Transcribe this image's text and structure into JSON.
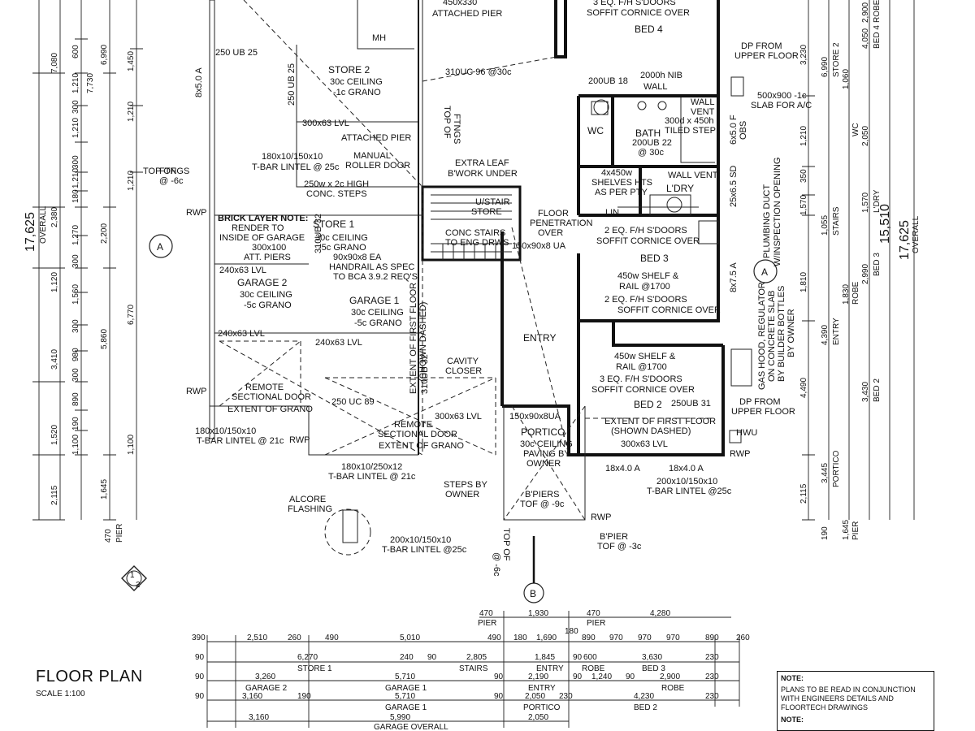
{
  "drawing": {
    "title": "FLOOR PLAN",
    "scale": "SCALE 1:100",
    "note_title": "NOTE:",
    "note_text": "PLANS TO BE READ IN CONJUNCTION WITH ENGINEERS DETAILS AND FLOORTECH DRAWINGS",
    "note2_title": "NOTE:"
  },
  "rooms": {
    "bed4": "BED 4",
    "bed3": "BED 3",
    "bed2": "BED 2",
    "wc": "WC",
    "bath": "BATH",
    "ldry": "L'DRY",
    "store2": "STORE 2",
    "store1": "STORE 1",
    "garage2": "GARAGE 2",
    "garage1": "GARAGE 1",
    "entry": "ENTRY",
    "portico": "PORTICO",
    "mh": "MH",
    "lin": "LIN"
  },
  "labels": {
    "attached_pier_top": "450x330",
    "attached_pier_top2": "ATTACHED PIER",
    "soffit_top": "3 EQ. F/H S'DOORS",
    "soffit_top2": "SOFFIT CORNICE OVER",
    "dp_upper_1": "DP FROM",
    "dp_upper_2": "UPPER FLOOR",
    "slab_ac_1": "500x900 -1c",
    "slab_ac_2": "SLAB FOR A/C",
    "ub25_a": "250 UB 25",
    "ub25_b": "250 UB 25",
    "uc96": "310UC 96 @30c",
    "store2_c1": "30c CEILING",
    "store2_c2": "-1c GRANO",
    "lvl_a": "300x63 LVL",
    "attached_pier_mid": "ATTACHED PIER",
    "top_ftngs_1": "TOP OF",
    "top_ftngs_2": "FTNGS",
    "top_ftngs_3": "@ -6c",
    "manual_1": "MANUAL",
    "manual_2": "ROLLER DOOR",
    "tbar_a1": "180x10/150x10",
    "tbar_a2": "T-BAR LINTEL @ 25c",
    "extra_leaf_1": "EXTRA LEAF",
    "extra_leaf_2": "B'WORK UNDER",
    "hi_steps_1": "250w x 2c HIGH",
    "hi_steps_2": "CONC. STEPS",
    "ustair_1": "U/STAIR",
    "ustair_2": "STORE",
    "conc_stairs_1": "CONC STAIRS",
    "conc_stairs_2": "TO ENG DRWS",
    "floor_pen_1": "FLOOR",
    "floor_pen_2": "PENETRATION",
    "floor_pen_3": "OVER",
    "ua_150": "150x90x8 UA",
    "brick_note_1": "BRICK LAYER NOTE:",
    "brick_note_2": "RENDER TO",
    "brick_note_3": "INSIDE OF GARAGE",
    "brick_note_4": "300x100",
    "brick_note_5": "ATT. PIERS",
    "store1_c1": "30c CEILING",
    "store1_c2": "-5c GRANO",
    "ub32": "310UB 32",
    "handrail_1": "90x90x8 EA",
    "handrail_2": "HANDRAIL AS SPEC",
    "handrail_3": "TO BCA 3.9.2 REQ'S",
    "lvl_b": "240x63 LVL",
    "garage2_c1": "30c CEILING",
    "garage2_c2": "-5c GRANO",
    "garage1_c1": "30c CEILING",
    "garage1_c2": "-5c GRANO",
    "lvl_c": "240x63 LVL",
    "lvl_d": "240x63 LVL",
    "first_floor_1": "EXTENT OF FIRST FLOOR",
    "first_floor_2": "(SHOWN DASHED)",
    "ub32b": "310UB 32",
    "cavity_1": "CAVITY",
    "cavity_2": "CLOSER",
    "rsd_a1": "REMOTE",
    "rsd_a2": "SECTIONAL DOOR",
    "rsd_a3": "EXTENT OF GRANO",
    "uc89": "250 UC 89",
    "rsd_b1": "REMOTE",
    "rsd_b2": "SECTIONAL DOOR",
    "rsd_b3": "EXTENT OF GRANO",
    "tbar_b1": "180x10/150x10",
    "tbar_b2": "T-BAR LINTEL @ 21c",
    "tbar_c1": "180x10/250x12",
    "tbar_c2": "T-BAR LINTEL @ 21c",
    "alcore_1": "ALCORE",
    "alcore_2": "FLASHING",
    "tbar_d1": "200x10/150x10",
    "tbar_d2": "T-BAR LINTEL @25c",
    "steps_1": "STEPS BY",
    "steps_2": "OWNER",
    "bpiers_1": "B'PIERS",
    "bpiers_2": "TOF @ -9c",
    "bpier_1": "B'PIER",
    "bpier_2": "TOF @ -3c",
    "portico_c1": "30c CEILING",
    "portico_c2": "PAVING BY",
    "portico_c3": "OWNER",
    "lvl_e": "300x63 LVL",
    "ua_150b": "150x90x8UA",
    "ub18": "200UB 18",
    "nib_1": "2000h NIB",
    "nib_2": "WALL",
    "wall_vent_1": "WALL",
    "wall_vent_2": "VENT",
    "tiled_1": "300d x 450h",
    "tiled_2": "TILED STEP",
    "ub22_1": "200UB 22",
    "ub22_2": "@ 30c",
    "shelves_1": "4x450w",
    "shelves_2": "SHELVES HTS",
    "shelves_3": "AS PER PTY",
    "wall_vent_b": "WALL VENT",
    "plumb_1": "PLUMBING DUCT",
    "plumb_2": "W/INSPECTION OPENING",
    "bed3_soff_1": "2 EQ. F/H S'DOORS",
    "bed3_soff_2": "SOFFIT CORNICE OVER",
    "bed3_shelf_1": "450w SHELF &",
    "bed3_shelf_2": "RAIL @1700",
    "bed3_soff_3": "2 EQ. F/H S'DOORS",
    "bed3_soff_4": "SOFFIT CORNICE OVER",
    "gas_1": "GAS HOOD, REGULATOR",
    "gas_2": "ON CONCRETE SLAB",
    "gas_3": "BY BUILDER BOTTLES",
    "gas_4": "BY OWNER",
    "bed2_shelf_1": "450w SHELF &",
    "bed2_shelf_2": "RAIL @1700",
    "bed2_soff_1": "3 EQ. F/H S'DOORS",
    "bed2_soff_2": "SOFFIT CORNICE OVER",
    "ub31": "250UB 31",
    "dp_upper_3": "DP FROM",
    "dp_upper_4": "UPPER FLOOR",
    "bed2_ff_1": "EXTENT OF FIRST FLOOR",
    "bed2_ff_2": "(SHOWN DASHED)",
    "lvl_f": "300x63 LVL",
    "hwu": "HWU",
    "a18_1": "18x4.0 A",
    "a18_2": "18x4.0 A",
    "tbar_e1": "200x10/150x10",
    "tbar_e2": "T-BAR LINTEL @25c",
    "rwp": "RWP",
    "a8": "8x5.0 A",
    "a6": "6x5.0 F",
    "a6b": "OBS",
    "a25": "25x6.5 SD",
    "a8b": "8x7.5 A"
  },
  "sections": {
    "a": "A",
    "b": "B",
    "detail_top": "1",
    "detail_bot": "2"
  },
  "dims_left": {
    "overall": "17,625",
    "overall_lbl": "OVERALL",
    "c1": [
      "7,080",
      "2,380",
      "1,120",
      "3,410",
      "1,520",
      "2,115",
      "470"
    ],
    "c2": [
      "600",
      "1,210",
      "300",
      "1,210",
      "300",
      "1,210",
      "180",
      "1,270",
      "300",
      "1,560",
      "300",
      "980",
      "300",
      "890",
      "190",
      "1,100"
    ],
    "c3": [
      "6,990",
      "7,730",
      "2,200",
      "6,770",
      "5,860",
      "1,100",
      "1,645",
      "PIER"
    ],
    "c4": [
      "1,450",
      "1,210",
      "1,210"
    ]
  },
  "dims_right": {
    "overall": "17,625",
    "overall_lbl": "OVERALL",
    "r1": [
      "3,230",
      "1,210",
      "350",
      "1,570",
      "1,810",
      "4,490",
      "2,115",
      "190"
    ],
    "r2": [
      "6,990",
      "STORE 2",
      "1,055",
      "STAIRS",
      "4,390",
      "ENTRY",
      "3,445",
      "PORTICO",
      "1,645",
      "PIER"
    ],
    "r3": [
      "2,900",
      "ROBE",
      "4,050",
      "BED 4",
      "1,060",
      "2,050",
      "WC",
      "1,570",
      "L'DRY",
      "2,990",
      "BED 3",
      "1,830",
      "ROBE",
      "3,430",
      "BED 2"
    ],
    "r4": [
      "15,510"
    ]
  },
  "dims_bottom": {
    "row0": [
      "470",
      "PIER",
      "1,930",
      "470",
      "PIER",
      "4,280"
    ],
    "row1": [
      "390",
      "2,510",
      "260",
      "490",
      "5,010",
      "490",
      "180",
      "1,690",
      "180",
      "890",
      "970",
      "970",
      "970",
      "890",
      "260"
    ],
    "row2": [
      "90",
      "6,270",
      "STORE 1",
      "240",
      "90",
      "2,805",
      "STAIRS",
      "1,845",
      "ENTRY",
      "90",
      "600",
      "ROBE",
      "3,630",
      "BED 3",
      "230"
    ],
    "row3": [
      "90",
      "3,260",
      "GARAGE 2",
      "5,710",
      "GARAGE 1",
      "90",
      "2,190",
      "ENTRY",
      "90",
      "1,240",
      "90",
      "2,900",
      "ROBE",
      "230"
    ],
    "row4": [
      "90",
      "3,160",
      "190",
      "5,710",
      "GARAGE 1",
      "90",
      "2,050",
      "PORTICO",
      "230",
      "4,230",
      "BED 2",
      "230"
    ],
    "row5": [
      "3,160",
      "5,990",
      "GARAGE OVERALL",
      "2,050"
    ]
  }
}
